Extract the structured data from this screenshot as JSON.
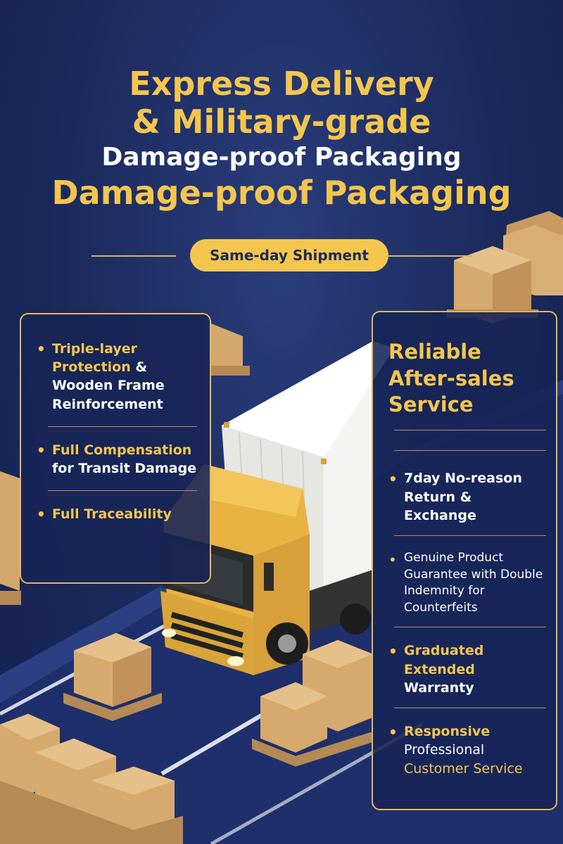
{
  "headline": {
    "line1": "Express Delivery",
    "line2": "& Military-grade",
    "line3": "Damage-proof Packaging",
    "line4": "Damage-proof Packaging"
  },
  "badge": {
    "label": "Same-day Shipment"
  },
  "left_panel": {
    "features": [
      {
        "gold": "Triple-layer",
        "rest": "Protection & Wooden Frame Reinforcement",
        "rest_gold_prefix": "Protection",
        "rest_tail": "& Wooden Frame Reinforcement"
      },
      {
        "gold": "Full Compensation",
        "rest": "for Transit Damage"
      },
      {
        "gold": "Full Traceability",
        "rest": ""
      }
    ]
  },
  "right_panel": {
    "title": "Reliable After-sales Service",
    "features": [
      {
        "text": "7day No-reason Return & Exchange"
      },
      {
        "text": "Genuine Product Guarantee with Double Indemnity for Counterfeits"
      },
      {
        "gold": "Graduated Extended",
        "rest": "Warranty"
      },
      {
        "gold": "Responsive",
        "rest": "Professional",
        "tail": "Customer Service"
      }
    ]
  },
  "colors": {
    "navy": "#1b2a5c",
    "gold": "#f4c64e",
    "truck": "#e8b343",
    "box": "#d8ad74"
  }
}
